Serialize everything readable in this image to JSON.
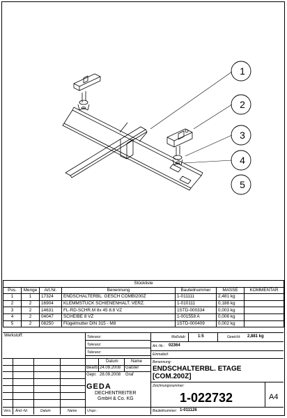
{
  "callouts": [
    "1",
    "2",
    "3",
    "4",
    "5"
  ],
  "parts_list": {
    "caption": "Stückliste",
    "headers": [
      "Pos.",
      "Menge",
      "Art.Nr.",
      "Benennung",
      "Bauteilnummer",
      "MASSE",
      "KOMMENTAR"
    ],
    "rows": [
      [
        "1",
        "1",
        "17324",
        "ENDSCHALTERBL. GESCH COMBI200Z",
        "1-011111",
        "2,481 kg",
        ""
      ],
      [
        "2",
        "2",
        "16904",
        "KLEMMSTÜCK SCHIENENHALT. VERZ.",
        "1-010111",
        "0,188 kg",
        ""
      ],
      [
        "3",
        "2",
        "14631",
        "FL-RD-SCHR.M 8x 45 8.8 VZ",
        "1STD-000334",
        "0,003 kg",
        ""
      ],
      [
        "4",
        "2",
        "04047",
        "SCHEIBE 8   VZ",
        "1-001558 A",
        "0,006 kg",
        ""
      ],
      [
        "5",
        "2",
        "08250",
        "Flügelmutter DIN 315 - M8",
        "1STD-000409",
        "0,002 kg",
        ""
      ]
    ]
  },
  "title_block": {
    "werkstoff_label": "Werkstoff:",
    "toleranz_label": "Toleranz:",
    "massstab_label": "Maßstab:",
    "massstab_value": "1:5",
    "gewicht_label": "Gewicht:",
    "gewicht_value": "2,881 kg",
    "artnr_label": "Art.-Nr.:",
    "artnr_value": "02364",
    "einmalteil_label": "Einmalteil:",
    "datum_label": "Datum",
    "name_label": "Name",
    "bearb_label": "Bearb.",
    "bearb_date": "24.09.2008",
    "bearb_name": "Galster",
    "gepr_label": "Gepr.",
    "gepr_date": "28.09.2008",
    "gepr_name": "Graf",
    "benennung_label": "Benennung:",
    "title_line1": "ENDSCHALTERBL. ETAGE",
    "title_line2": "[COM.200Z]",
    "company_logo": "GEDA",
    "company_line1": "DECHENTREITER",
    "company_line2": "GmbH & Co. KG",
    "zeichnungsnummer_label": "Zeichnungsnummer:",
    "zeichnungsnummer": "1-022732",
    "format": "A4",
    "bauteilnummer_label": "Bauteilnummer:",
    "bauteilnummer": "1-011126",
    "rev_headers": [
      "Vers.",
      "Änd.-Nr.",
      "Datum",
      "Name",
      "Urspr.:"
    ]
  }
}
